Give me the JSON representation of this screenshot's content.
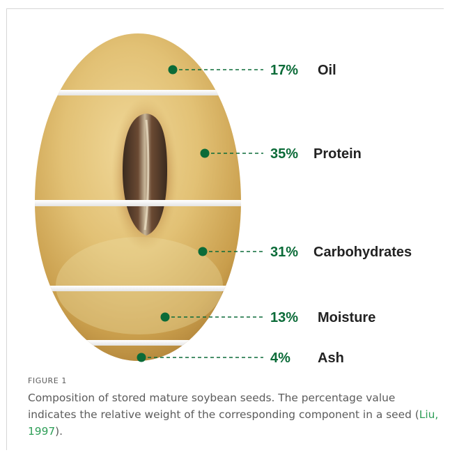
{
  "figure": {
    "components": [
      {
        "percent": "17%",
        "name": "Oil"
      },
      {
        "percent": "35%",
        "name": "Protein"
      },
      {
        "percent": "31%",
        "name": "Carbohydrates"
      },
      {
        "percent": "13%",
        "name": "Moisture"
      },
      {
        "percent": "4%",
        "name": "Ash"
      }
    ]
  },
  "caption": {
    "label": "FIGURE 1",
    "text_before": "Composition of stored mature soybean seeds. The percentage value indicates the relative weight of the corresponding component in a seed (",
    "reference": "Liu, 1997",
    "text_after": ")."
  },
  "colors": {
    "accent": "#0b6b38",
    "reference": "#2e9e57"
  }
}
